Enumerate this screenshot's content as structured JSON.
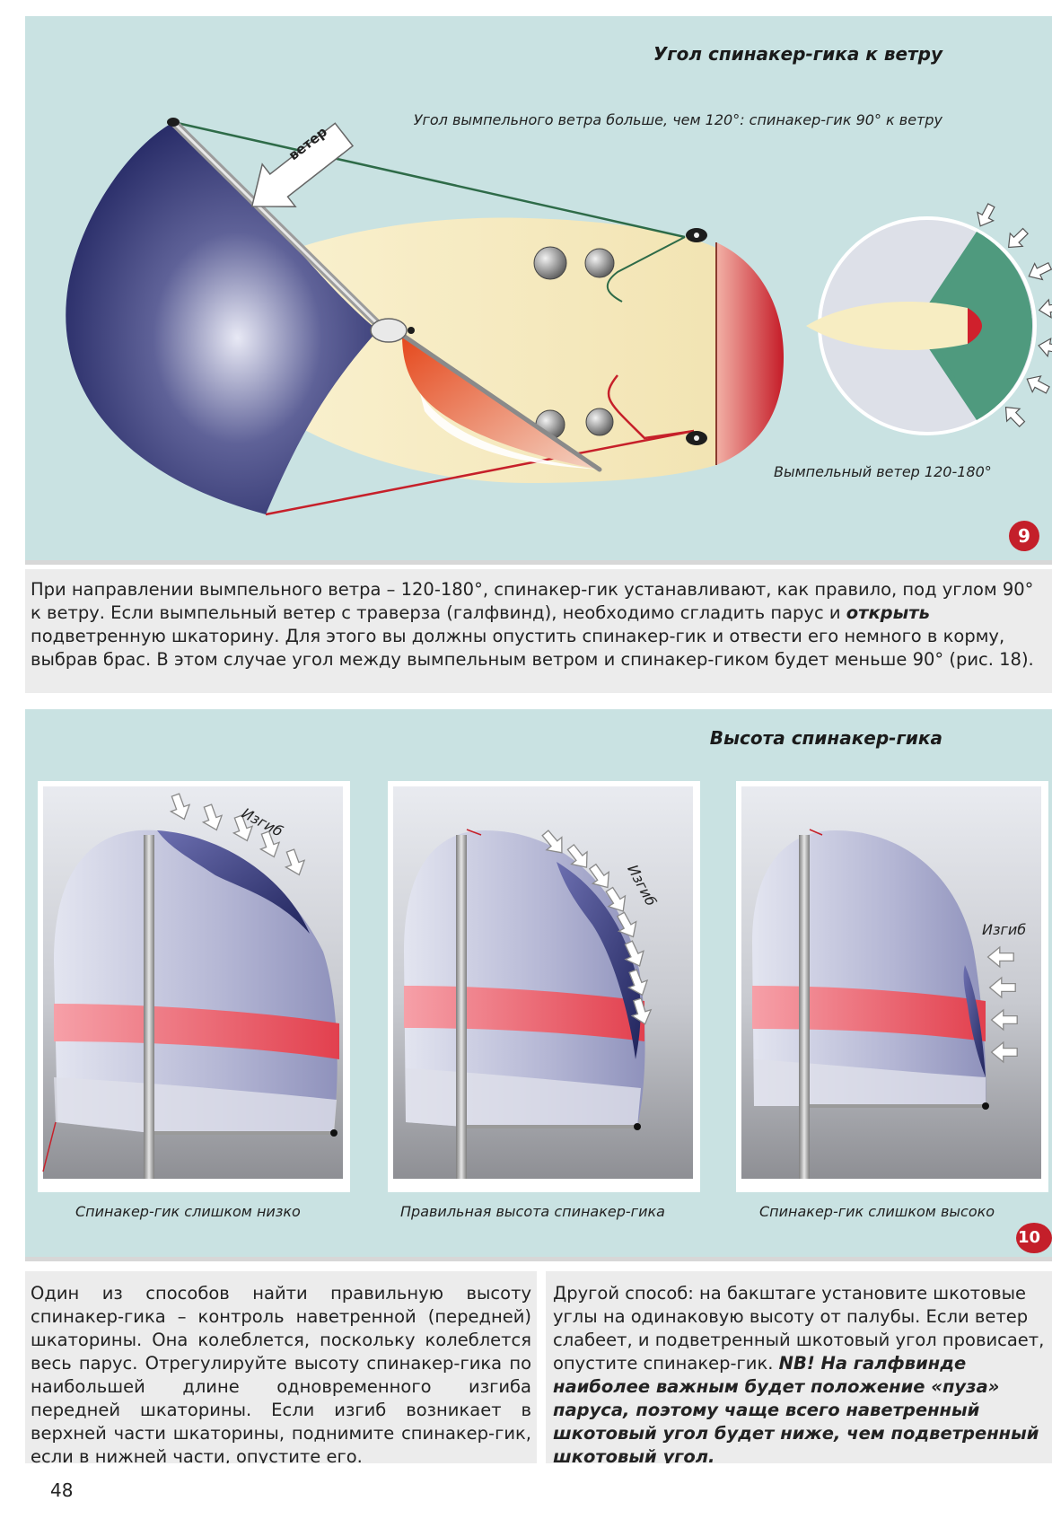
{
  "figure9": {
    "title": "Угол спинакер-гика к ветру",
    "subtitle": "Угол вымпельного ветра больше, чем 120°: спинакер-гик 90° к ветру",
    "wind_label": "ветер",
    "inset_caption": "Вымпельный ветер 120-180°",
    "badge": "9",
    "colors": {
      "sail": "#2c2f6c",
      "hull": "#f7edc2",
      "red": "#d0202c",
      "sector": "#4f9a7e"
    }
  },
  "paragraph1": {
    "part1": "При направлении вымпельного ветра – 120-180°, спинакер-гик устанавливают, как правило, под углом 90° к ветру. Если вымпельный ветер с траверза (галфвинд), необходимо сгладить парус и ",
    "emphasis": "открыть",
    "part2": " подветренную шкаторину. Для этого вы должны опустить спинакер-гик и отвести его немного в корму, выбрав брас. В этом случае угол между вымпельным ветром и спинакер-гиком будет меньше 90° (рис. 18)."
  },
  "figure10": {
    "title": "Высота спинакер-гика",
    "bend_label": "Изгиб",
    "badge": "10",
    "panels": [
      {
        "caption": "Спинакер-гик слишком низко"
      },
      {
        "caption": "Правильная высота спинакер-гика"
      },
      {
        "caption": "Спинакер-гик слишком высоко"
      }
    ]
  },
  "paragraph2": {
    "text": "Один из способов найти правильную высоту спинакер-гика – контроль наветренной (передней) шкаторины. Она колеблется, поскольку колеблется весь парус. Отрегулируйте высоту спинакер-гика по наибольшей длине одновременного изгиба передней шкаторины. Если изгиб возникает в верхней части шкаторины, поднимите спинакер-гик, если в нижней части, опустите его."
  },
  "paragraph3": {
    "part1": "Другой способ: на бакштаге установите шкотовые углы на одинаковую высоту от палубы. Если ветер слабеет, и подветренный шкотовый угол провисает, опустите спинакер-гик. ",
    "emphasis": "NB! На галфвинде наиболее важным будет положение «пуза» паруса, поэтому чаще всего наветренный шкотовый угол будет ниже, чем подветренный шкотовый угол."
  },
  "page_number": "48"
}
